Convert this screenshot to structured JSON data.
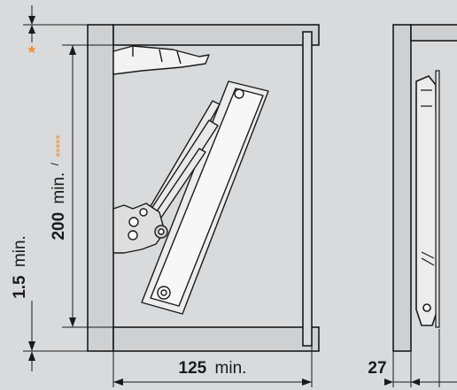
{
  "colors": {
    "background": "#d9dadb",
    "panel": "#cfd0d1",
    "line": "#1a1a1a",
    "accent": "#f08a2c",
    "metal": "#e8e9ea"
  },
  "dimensions": {
    "top_note": "*",
    "height_value": "200",
    "height_unit": "min.",
    "height_note": "*****",
    "height_note_sep": "/",
    "side_value": "1.5",
    "side_unit": "min.",
    "width_value": "125",
    "width_unit": "min.",
    "depth_value": "27"
  }
}
